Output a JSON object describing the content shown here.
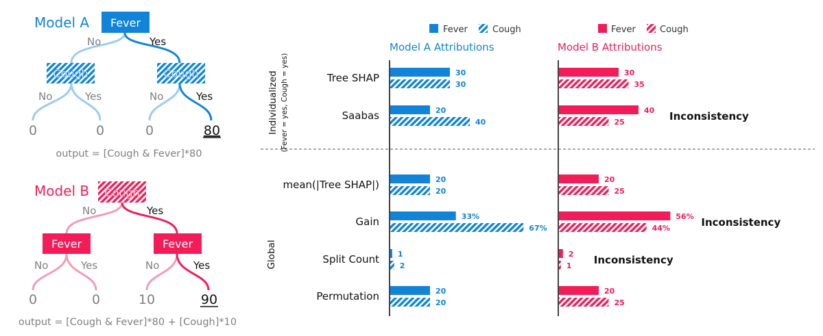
{
  "colors": {
    "blue": "#1184d8",
    "blue_light": "#9ccbef",
    "red": "#f21c58",
    "red_light": "#f39bb5",
    "grey": "#7f7f7f",
    "text": "#111111"
  },
  "trees": {
    "model_a": {
      "title": "Model A",
      "root": "Fever",
      "root_left": "No",
      "root_right": "Yes",
      "left_node": "Cough",
      "right_node": "Cough",
      "ll": "No",
      "lr": "Yes",
      "rl": "No",
      "rr": "Yes",
      "leaves": [
        "0",
        "0",
        "0",
        "80"
      ],
      "output": "output = [Cough & Fever]*80"
    },
    "model_b": {
      "title": "Model B",
      "root": "Cough",
      "root_left": "No",
      "root_right": "Yes",
      "left_node": "Fever",
      "right_node": "Fever",
      "ll": "No",
      "lr": "Yes",
      "rl": "No",
      "rr": "Yes",
      "leaves": [
        "0",
        "0",
        "10",
        "90"
      ],
      "output": "output = [Cough & Fever]*80 + [Cough]*10"
    }
  },
  "legend": {
    "fever": "Fever",
    "cough": "Cough"
  },
  "panels": {
    "a": "Model A Attributions",
    "b": "Model B Attributions"
  },
  "groups": {
    "individualized": "Individualized",
    "individualized_sub": "(Fever = yes, Cough = yes)",
    "global": "Global"
  },
  "inconsistency_label": "Inconsistency",
  "chart_data": {
    "type": "bar",
    "orientation": "horizontal",
    "categories": [
      "Tree SHAP",
      "Saabas",
      "mean(|Tree SHAP|)",
      "Gain",
      "Split Count",
      "Permutation"
    ],
    "series": [
      {
        "name": "Fever",
        "model": "Model A",
        "values": [
          30,
          20,
          20,
          33,
          1,
          20
        ],
        "labels": [
          "30",
          "20",
          "20",
          "33%",
          "1",
          "20"
        ]
      },
      {
        "name": "Cough",
        "model": "Model A",
        "values": [
          30,
          40,
          20,
          67,
          2,
          20
        ],
        "labels": [
          "30",
          "40",
          "20",
          "67%",
          "2",
          "20"
        ]
      },
      {
        "name": "Fever",
        "model": "Model B",
        "values": [
          30,
          40,
          20,
          56,
          2,
          20
        ],
        "labels": [
          "30",
          "40",
          "20",
          "56%",
          "2",
          "20"
        ]
      },
      {
        "name": "Cough",
        "model": "Model B",
        "values": [
          35,
          25,
          25,
          44,
          1,
          25
        ],
        "labels": [
          "35",
          "25",
          "25",
          "44%",
          "1",
          "25"
        ]
      }
    ],
    "inconsistency": [
      false,
      true,
      false,
      true,
      true,
      false
    ]
  }
}
